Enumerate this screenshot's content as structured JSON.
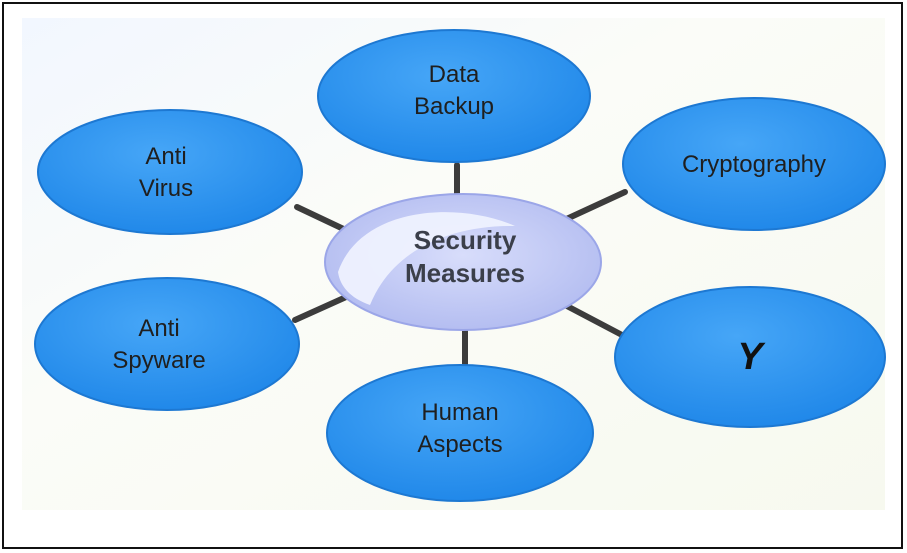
{
  "center": {
    "line1": "Security",
    "line2": "Measures"
  },
  "nodes": {
    "data_backup": {
      "line1": "Data",
      "line2": "Backup"
    },
    "anti_virus": {
      "line1": "Anti",
      "line2": "Virus"
    },
    "cryptography": {
      "line1": "Cryptography"
    },
    "anti_spyware": {
      "line1": "Anti",
      "line2": "Spyware"
    },
    "y_node": {
      "line1": "Y"
    },
    "human_aspects": {
      "line1": "Human",
      "line2": "Aspects"
    }
  },
  "colors": {
    "node_fill": "#2f97f2",
    "node_edge": "#1d78d2",
    "center_fill": "#c7cff6",
    "center_highlight": "#e4e9fd",
    "connector": "#3c3c3c",
    "frame": "#111111"
  }
}
